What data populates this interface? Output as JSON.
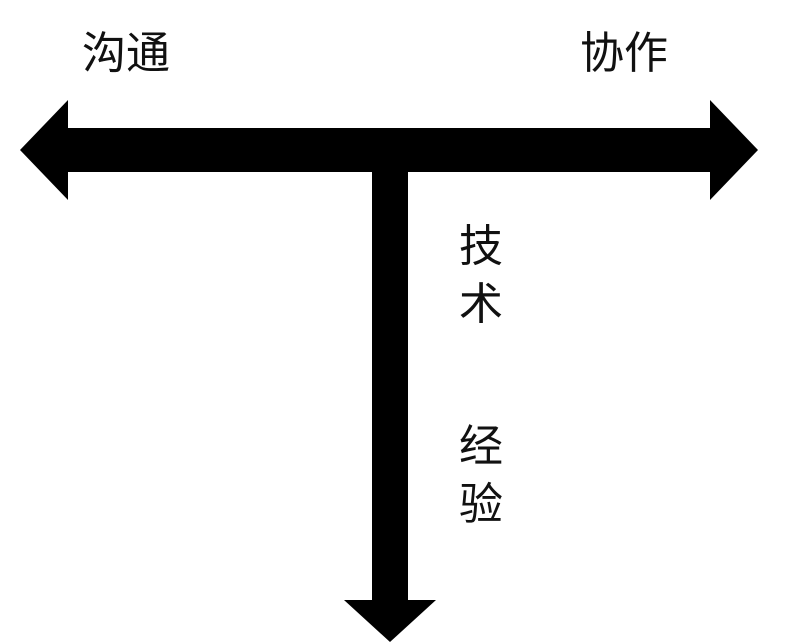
{
  "diagram": {
    "left_label": "沟通",
    "right_label": "协作",
    "down_label_1": [
      "技",
      "术"
    ],
    "down_label_2": [
      "经",
      "验"
    ]
  },
  "colors": {
    "arrow": "#000000",
    "text": "#111111",
    "background": "#ffffff"
  }
}
